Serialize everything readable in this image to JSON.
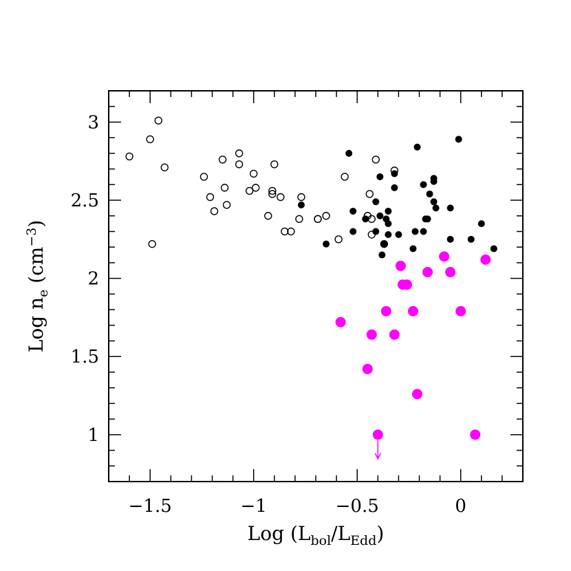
{
  "chart_data": {
    "type": "scatter",
    "xlabel_parts": {
      "pre": "Log (L",
      "sub1": "bol",
      "mid": "/L",
      "sub2": "Edd",
      "post": ")"
    },
    "ylabel_parts": {
      "pre": "Log n",
      "sub": "e",
      "mid": " (cm",
      "sup": "−3",
      "post": ")"
    },
    "xlim": [
      -1.7,
      0.3
    ],
    "ylim": [
      0.7,
      3.2
    ],
    "x_ticks": [
      -1.5,
      -1,
      -0.5,
      0
    ],
    "x_tick_labels": [
      "−1.5",
      "−1",
      "−0.5",
      "0"
    ],
    "y_ticks": [
      1,
      1.5,
      2,
      2.5,
      3
    ],
    "y_tick_labels": [
      "1",
      "1.5",
      "2",
      "2.5",
      "3"
    ],
    "x_minor_step": 0.1,
    "y_minor_step": 0.1,
    "grid": false,
    "legend": "none",
    "series": [
      {
        "marker": "open-circle",
        "color": "#000000",
        "points": [
          [
            -1.6,
            2.78
          ],
          [
            -1.5,
            2.89
          ],
          [
            -1.46,
            3.01
          ],
          [
            -1.49,
            2.22
          ],
          [
            -1.43,
            2.71
          ],
          [
            -1.24,
            2.65
          ],
          [
            -1.21,
            2.52
          ],
          [
            -1.19,
            2.43
          ],
          [
            -1.15,
            2.76
          ],
          [
            -1.14,
            2.58
          ],
          [
            -1.13,
            2.47
          ],
          [
            -1.07,
            2.8
          ],
          [
            -1.07,
            2.73
          ],
          [
            -1.02,
            2.56
          ],
          [
            -1.0,
            2.67
          ],
          [
            -0.99,
            2.58
          ],
          [
            -0.93,
            2.4
          ],
          [
            -0.91,
            2.54
          ],
          [
            -0.91,
            2.56
          ],
          [
            -0.9,
            2.73
          ],
          [
            -0.87,
            2.52
          ],
          [
            -0.85,
            2.3
          ],
          [
            -0.82,
            2.3
          ],
          [
            -0.78,
            2.38
          ],
          [
            -0.77,
            2.52
          ],
          [
            -0.69,
            2.38
          ],
          [
            -0.69,
            2.38
          ],
          [
            -0.65,
            2.4
          ],
          [
            -0.59,
            2.25
          ],
          [
            -0.56,
            2.65
          ],
          [
            -0.45,
            2.4
          ],
          [
            -0.44,
            2.54
          ],
          [
            -0.43,
            2.38
          ],
          [
            -0.43,
            2.28
          ],
          [
            -0.41,
            2.76
          ],
          [
            -0.32,
            2.69
          ],
          [
            -0.37,
            2.22
          ]
        ]
      },
      {
        "marker": "filled-circle",
        "color": "#000000",
        "points": [
          [
            -0.54,
            2.8
          ],
          [
            -0.52,
            2.43
          ],
          [
            -0.52,
            2.3
          ],
          [
            -0.46,
            2.38
          ],
          [
            -0.41,
            2.49
          ],
          [
            -0.41,
            2.3
          ],
          [
            -0.39,
            2.65
          ],
          [
            -0.39,
            2.4
          ],
          [
            -0.38,
            2.15
          ],
          [
            -0.37,
            2.22
          ],
          [
            -0.36,
            2.38
          ],
          [
            -0.35,
            2.35
          ],
          [
            -0.35,
            2.28
          ],
          [
            -0.35,
            2.43
          ],
          [
            -0.32,
            2.67
          ],
          [
            -0.32,
            2.58
          ],
          [
            -0.3,
            2.28
          ],
          [
            -0.21,
            2.84
          ],
          [
            -0.23,
            2.19
          ],
          [
            -0.22,
            2.3
          ],
          [
            -0.18,
            2.6
          ],
          [
            -0.18,
            2.3
          ],
          [
            -0.17,
            2.38
          ],
          [
            -0.16,
            2.38
          ],
          [
            -0.15,
            2.54
          ],
          [
            -0.13,
            2.64
          ],
          [
            -0.13,
            2.62
          ],
          [
            -0.13,
            2.49
          ],
          [
            -0.12,
            2.45
          ],
          [
            -0.05,
            2.45
          ],
          [
            -0.05,
            2.25
          ],
          [
            -0.01,
            2.89
          ],
          [
            0.05,
            2.25
          ],
          [
            0.1,
            2.35
          ],
          [
            0.16,
            2.19
          ],
          [
            -0.77,
            2.47
          ],
          [
            -0.65,
            2.22
          ]
        ]
      },
      {
        "marker": "filled-circle-large",
        "color": "#ff00ff",
        "points": [
          [
            -0.58,
            1.72
          ],
          [
            -0.45,
            1.42
          ],
          [
            -0.43,
            1.64
          ],
          [
            -0.4,
            1.0
          ],
          [
            -0.36,
            1.79
          ],
          [
            -0.32,
            1.64
          ],
          [
            -0.29,
            2.08
          ],
          [
            -0.28,
            1.96
          ],
          [
            -0.26,
            1.96
          ],
          [
            -0.23,
            1.79
          ],
          [
            -0.21,
            1.26
          ],
          [
            -0.16,
            2.04
          ],
          [
            -0.08,
            2.14
          ],
          [
            -0.05,
            2.04
          ],
          [
            0.0,
            1.79
          ],
          [
            0.07,
            1.0
          ],
          [
            0.12,
            2.12
          ]
        ],
        "upper_limit_points": [
          [
            -0.4,
            1.0
          ]
        ]
      }
    ]
  }
}
